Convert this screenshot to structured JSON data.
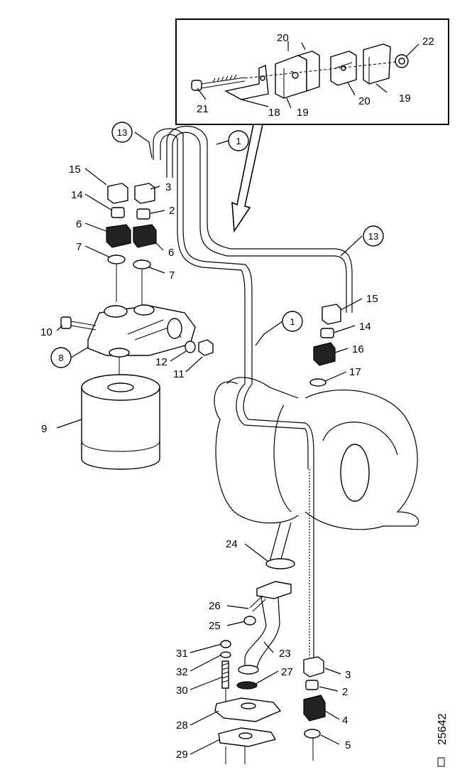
{
  "document_number": "25642",
  "callouts": [
    {
      "id": "c1",
      "text": "1"
    },
    {
      "id": "c1b",
      "text": "1"
    },
    {
      "id": "c2",
      "text": "2"
    },
    {
      "id": "c2b",
      "text": "2"
    },
    {
      "id": "c3",
      "text": "3"
    },
    {
      "id": "c3b",
      "text": "3"
    },
    {
      "id": "c4",
      "text": "4"
    },
    {
      "id": "c5",
      "text": "5"
    },
    {
      "id": "c6",
      "text": "6"
    },
    {
      "id": "c6b",
      "text": "6"
    },
    {
      "id": "c7",
      "text": "7"
    },
    {
      "id": "c7b",
      "text": "7"
    },
    {
      "id": "c8",
      "text": "8"
    },
    {
      "id": "c9",
      "text": "9"
    },
    {
      "id": "c10",
      "text": "10"
    },
    {
      "id": "c11",
      "text": "11"
    },
    {
      "id": "c12",
      "text": "12"
    },
    {
      "id": "c13",
      "text": "13"
    },
    {
      "id": "c13b",
      "text": "13"
    },
    {
      "id": "c14",
      "text": "14"
    },
    {
      "id": "c14b",
      "text": "14"
    },
    {
      "id": "c15",
      "text": "15"
    },
    {
      "id": "c15b",
      "text": "15"
    },
    {
      "id": "c16",
      "text": "16"
    },
    {
      "id": "c17",
      "text": "17"
    },
    {
      "id": "c18",
      "text": "18"
    },
    {
      "id": "c19",
      "text": "19"
    },
    {
      "id": "c19b",
      "text": "19"
    },
    {
      "id": "c20",
      "text": "20"
    },
    {
      "id": "c20b",
      "text": "20"
    },
    {
      "id": "c21",
      "text": "21"
    },
    {
      "id": "c22",
      "text": "22"
    },
    {
      "id": "c23",
      "text": "23"
    },
    {
      "id": "c24",
      "text": "24"
    },
    {
      "id": "c25",
      "text": "25"
    },
    {
      "id": "c26",
      "text": "26"
    },
    {
      "id": "c27",
      "text": "27"
    },
    {
      "id": "c28",
      "text": "28"
    },
    {
      "id": "c29",
      "text": "29"
    },
    {
      "id": "c30",
      "text": "30"
    },
    {
      "id": "c31",
      "text": "31"
    },
    {
      "id": "c32",
      "text": "32"
    }
  ]
}
